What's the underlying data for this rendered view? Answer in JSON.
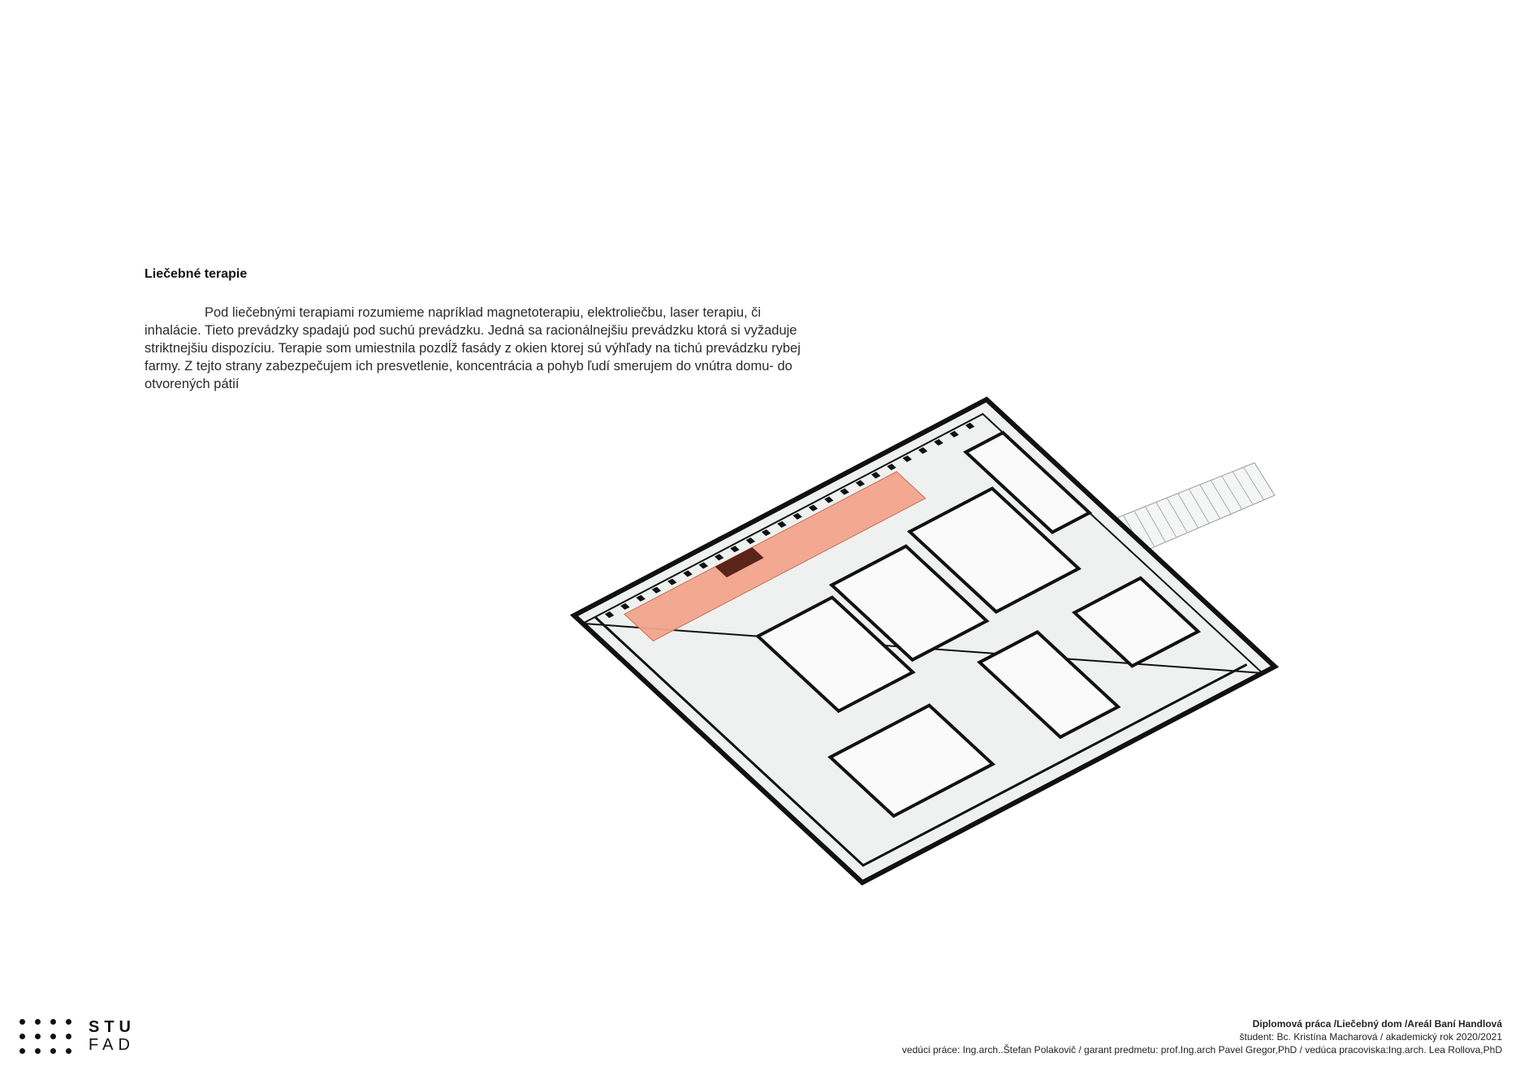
{
  "section": {
    "title": "Liečebné terapie",
    "paragraph": "Pod liečebnými terapiami rozumieme napríklad magnetoterapiu, elektroliečbu, laser terapiu, či inhalácie. Tieto prevádzky spadajú pod suchú prevádzku. Jedná sa racionálnejšiu prevádzku ktorá si vyžaduje striktnejšiu dispozíciu. Terapie som umiestnila pozdĺž fasády z okien ktorej sú výhľady na tichú prevádzku rybej farmy. Z tejto strany zabezpečujem ich presvetlenie, koncentrácia a pohyb ľudí smerujem do vnútra domu- do otvorených pátií"
  },
  "logo": {
    "line1": "STU",
    "line2": "FAD"
  },
  "footer": {
    "line1": "Diplomová práca /Liečebný dom /Areál Baní Handlová",
    "line2": "študent: Bc. Kristína Macharová / akademický rok 2020/2021",
    "line3": "vedúci práce: Ing.arch..Štefan Polakovič / garant predmetu: prof.Ing.arch Pavel Gregor,PhD / vedúca pracoviska:Ing.arch. Lea Rollova,PhD"
  },
  "colors": {
    "highlight": "#f3a58c",
    "highlight_dark": "#5a2418",
    "slab": "#eef1f0",
    "wall": "#111111"
  }
}
